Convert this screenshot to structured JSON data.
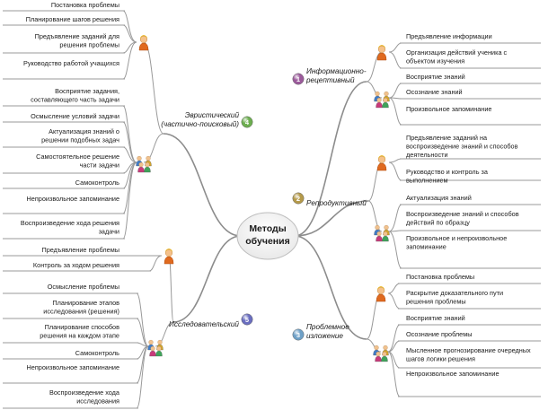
{
  "center": {
    "line1": "Методы",
    "line2": "обучения"
  },
  "branches": [
    {
      "number": "1",
      "color": "#9b5a9b",
      "lines": [
        "Информационно-",
        "рецептивный"
      ],
      "teacher": [
        "Предъявление информации",
        "Организация действий ученика с объектом изучения"
      ],
      "students": [
        "Восприятие знаний",
        "Осознание знаний",
        "Произвольное запоминание"
      ]
    },
    {
      "number": "2",
      "color": "#b59a4a",
      "lines": [
        "Репродуктивный"
      ],
      "teacher": [
        "Предъявление заданий на воспроизведение знаний и способов деятельности",
        "Руководство и контроль за выполнением"
      ],
      "students": [
        "Актуализация знаний",
        "Воспроизведение знаний и способов действий по образцу",
        "Произвольное и непроизвольное запоминание"
      ]
    },
    {
      "number": "3",
      "color": "#6fa1c8",
      "lines": [
        "Проблемное",
        "изложение"
      ],
      "teacher": [
        "Постановка проблемы",
        "Раскрытие доказательного пути решения проблемы"
      ],
      "students": [
        "Восприятие знаний",
        "Осознание проблемы",
        "Мысленное прогнозирование очередных шагов логики решения",
        "Непроизвольное запоминание"
      ]
    },
    {
      "number": "4",
      "color": "#6cae4f",
      "lines": [
        "Эвристический",
        "(частично-поисковый)"
      ],
      "teacher": [
        "Постановка проблемы",
        "Планирование шагов решения",
        "Предъявление заданий для решения проблемы",
        "Руководство работой учащихся"
      ],
      "students": [
        "Восприятие задания, составляющего часть задачи",
        "Осмысление условий задачи",
        "Актуализация знаний о решении подобных задач",
        "Самостоятельное решение части задачи",
        "Самоконтроль",
        "Непроизвольное запоминание",
        "Воспроизведение хода решения задачи"
      ]
    },
    {
      "number": "5",
      "color": "#6a6ec0",
      "lines": [
        "Исследовательский"
      ],
      "teacher": [
        "Предъявление проблемы",
        "Контроль за ходом решения"
      ],
      "students": [
        "Осмысление проблемы",
        "Планирование этапов исследования (решения)",
        "Планирование способов решения на каждом этапе",
        "Самоконтроль",
        "Непроизвольное запоминание",
        "Воспроизведение хода исследования"
      ]
    }
  ]
}
